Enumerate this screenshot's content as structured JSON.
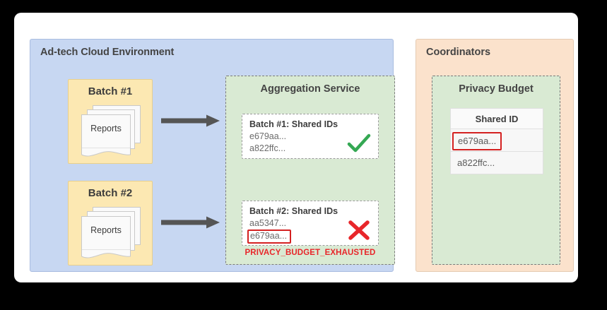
{
  "diagram": {
    "adtech": {
      "title": "Ad-tech Cloud Environment",
      "batches": [
        {
          "label": "Batch #1",
          "docs_label": "Reports"
        },
        {
          "label": "Batch #2",
          "docs_label": "Reports"
        }
      ],
      "arrow_icon": "arrow-right-icon"
    },
    "aggregation": {
      "title": "Aggregation Service",
      "results": [
        {
          "title": "Batch #1: Shared IDs",
          "ids": [
            "e679aa...",
            "a822ffc..."
          ],
          "flagged_ids": [],
          "status_icon": "check-icon",
          "status": "success"
        },
        {
          "title": "Batch #2: Shared IDs",
          "ids": [
            "aa5347...",
            "e679aa..."
          ],
          "flagged_ids": [
            "e679aa..."
          ],
          "status_icon": "cross-icon",
          "status": "error"
        }
      ],
      "error_text": "PRIVACY_BUDGET_EXHAUSTED"
    },
    "coordinators": {
      "title": "Coordinators",
      "privacy_budget": {
        "title": "Privacy Budget",
        "table": {
          "header": "Shared ID",
          "rows": [
            {
              "value": "e679aa...",
              "flagged": true
            },
            {
              "value": "a822ffc...",
              "flagged": false
            }
          ]
        }
      }
    },
    "colors": {
      "adtech_panel": "#c7d7f2",
      "batch_box": "#fce8b2",
      "aggregation_panel": "#d9ead3",
      "coordinators_panel": "#fbe2cc",
      "success": "#34a853",
      "error": "#e8262a",
      "flag_border": "#d42121",
      "arrow": "#555555"
    }
  }
}
